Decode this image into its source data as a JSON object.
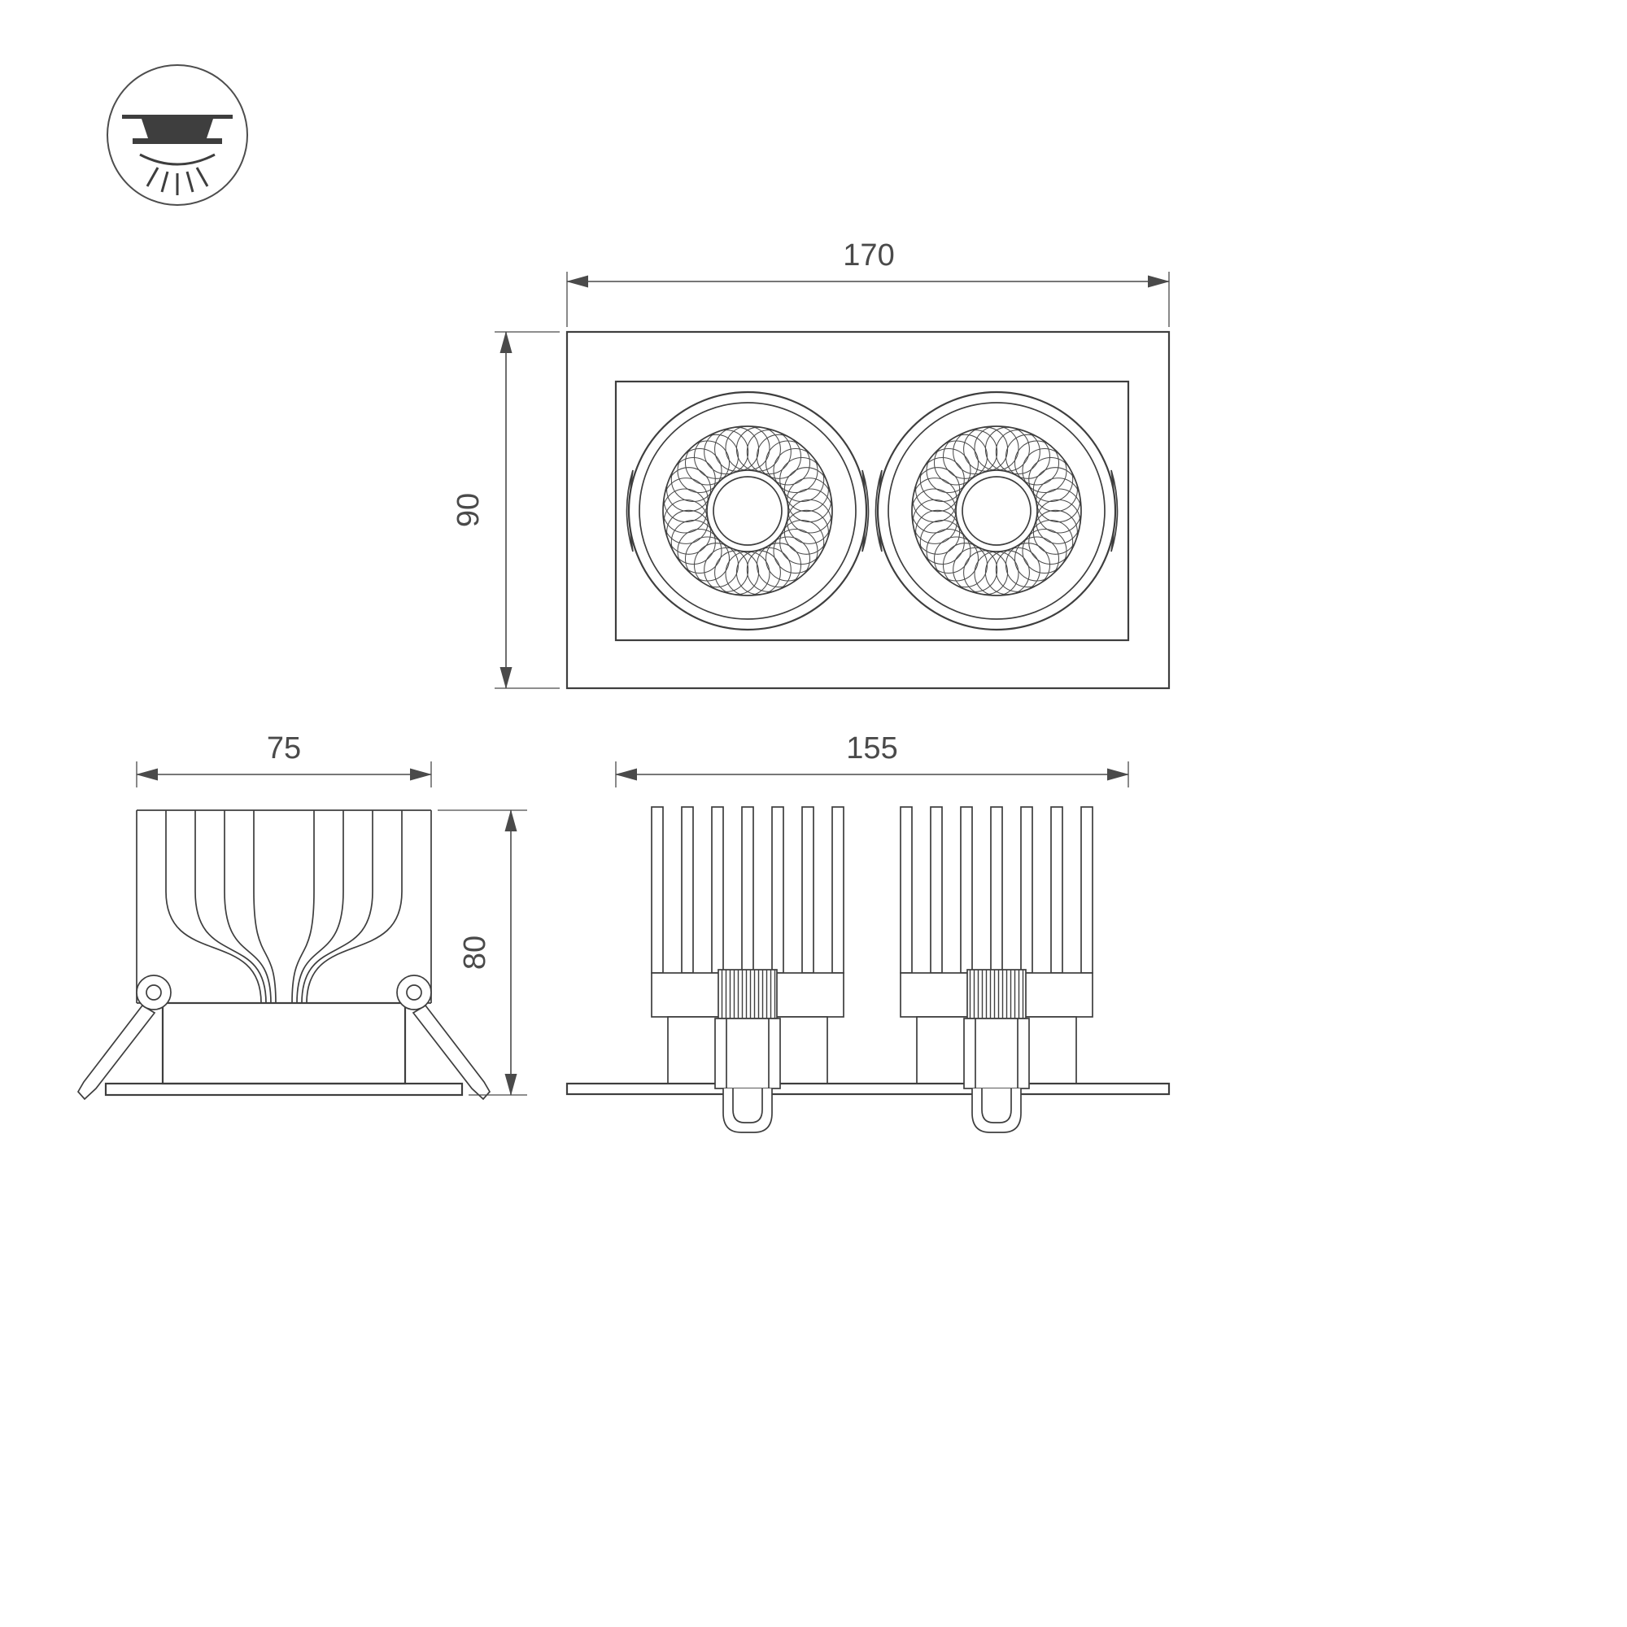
{
  "page": {
    "background": "#ffffff"
  },
  "drawing": {
    "stroke_color": "#3e3e3e",
    "dim_color": "#4a4a4a",
    "icon": "recessed-downlight",
    "dims": {
      "front_width": "170",
      "front_height": "90",
      "side_width": "75",
      "side_height": "80",
      "elevation_width": "155"
    }
  }
}
